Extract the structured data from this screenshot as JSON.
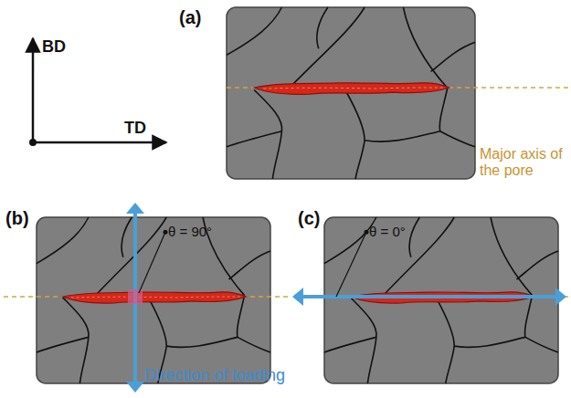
{
  "diagram": {
    "labels": [
      "(a)",
      "BD",
      "TD",
      "Major axis of the pore",
      "(b)",
      "θ = 90°",
      "(c)",
      "θ = 0°",
      "Direction of loading"
    ]
  }
}
